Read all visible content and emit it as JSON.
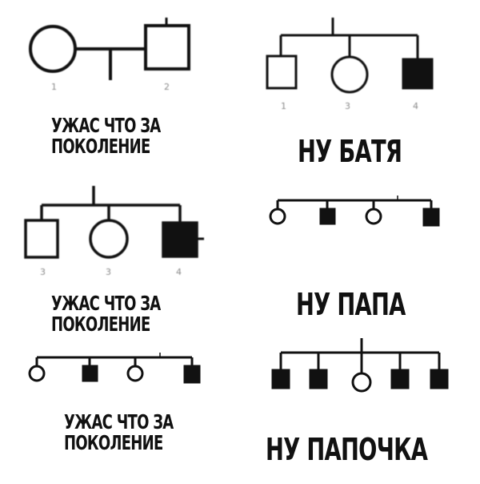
{
  "panels": [
    {
      "id": "row1-left",
      "caption": "УЖАС ЧТО ЗА\nПОКОЛЕНИЕ",
      "pedigree": {
        "type": "couple",
        "members": [
          "female",
          "male"
        ],
        "numbers": [
          "1",
          "2"
        ]
      }
    },
    {
      "id": "row1-right",
      "caption": "НУ БАТЯ",
      "pedigree": {
        "type": "siblings",
        "members": [
          "male",
          "female",
          "affected-male"
        ],
        "numbers": [
          "1",
          "3",
          "4"
        ]
      }
    },
    {
      "id": "row2-left",
      "caption": "УЖАС ЧТО ЗА\nПОКОЛЕНИЕ",
      "pedigree": {
        "type": "siblings",
        "members": [
          "male",
          "female",
          "affected-male"
        ],
        "numbers": [
          "3",
          "3",
          "4"
        ]
      }
    },
    {
      "id": "row2-right",
      "caption": "НУ ПАПА",
      "pedigree": {
        "type": "siblings",
        "members": [
          "female",
          "affected-male",
          "female",
          "affected-male"
        ],
        "numbers": []
      }
    },
    {
      "id": "row3-left",
      "caption": "УЖАС ЧТО ЗА\nПОКОЛЕНИЕ",
      "pedigree": {
        "type": "siblings",
        "members": [
          "female",
          "affected-male",
          "female",
          "affected-male"
        ],
        "numbers": []
      }
    },
    {
      "id": "row3-right",
      "caption": "НУ ПАПОЧКА",
      "pedigree": {
        "type": "siblings",
        "members": [
          "affected-male",
          "affected-male",
          "female",
          "affected-male",
          "affected-male"
        ],
        "numbers": []
      }
    }
  ]
}
